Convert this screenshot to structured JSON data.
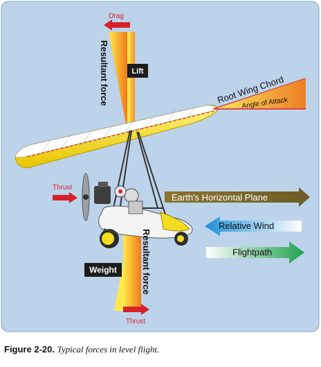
{
  "diagram": {
    "labels": {
      "drag": "Drag",
      "lift": "Lift",
      "resultant_force_top": "Resultant force",
      "resultant_force_bottom": "Resultant force",
      "root_wing_chord": "Root Wing Chord",
      "angle_of_attack": "Angle of Attack",
      "thrust_left": "Thrust",
      "thrust_bottom": "Thrust",
      "earths_horizontal_plane": "Earth's Horizontal Plane",
      "relative_wind": "Relative Wind",
      "flightpath": "Flightpath",
      "weight": "Weight"
    },
    "colors": {
      "background": "#bcd3ea",
      "force_arrow_light": "#ffe94a",
      "force_arrow_dark": "#f07a1a",
      "red": "#d8202a",
      "horizontal_plane": "#7e6a2c",
      "relative_wind": "#2d9fe0",
      "flightpath": "#23a552",
      "wing": "#f3dd1e"
    }
  },
  "caption": {
    "number": "Figure 2-20.",
    "text": "Typical forces in level flight."
  }
}
